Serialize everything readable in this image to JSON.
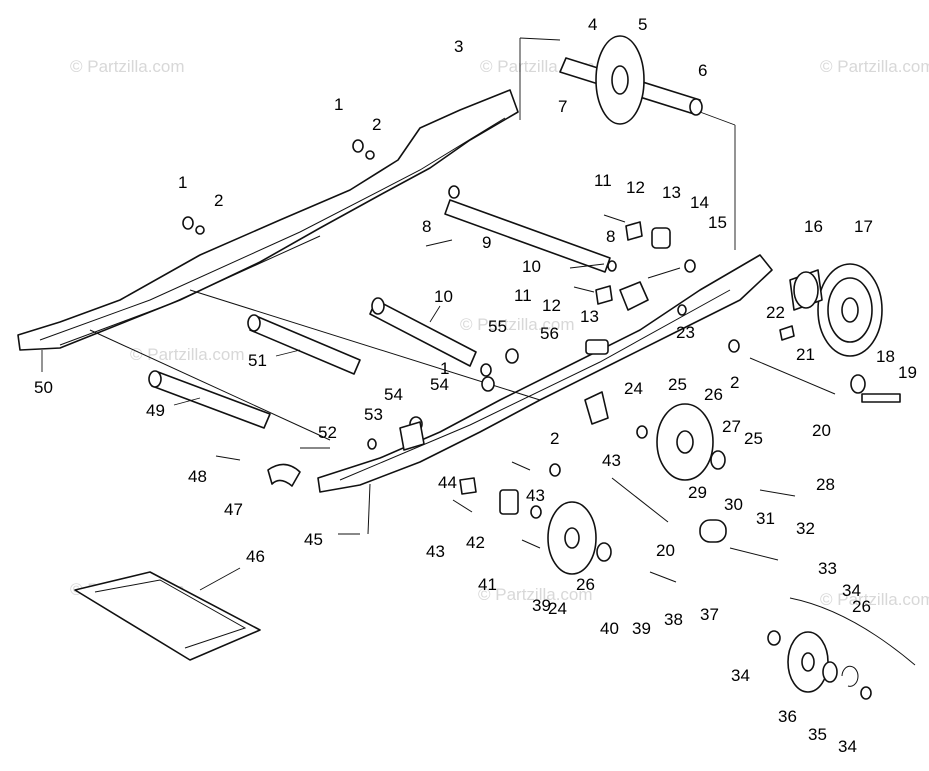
{
  "watermark": "© Partzilla.com",
  "callouts": [
    "1",
    "1",
    "1",
    "2",
    "2",
    "2",
    "2",
    "3",
    "4",
    "5",
    "6",
    "7",
    "8",
    "8",
    "9",
    "10",
    "10",
    "11",
    "11",
    "12",
    "12",
    "13",
    "13",
    "14",
    "15",
    "16",
    "17",
    "18",
    "19",
    "20",
    "20",
    "21",
    "22",
    "23",
    "24",
    "24",
    "25",
    "25",
    "26",
    "26",
    "26",
    "27",
    "28",
    "29",
    "30",
    "31",
    "32",
    "33",
    "34",
    "34",
    "34",
    "35",
    "36",
    "37",
    "38",
    "39",
    "39",
    "40",
    "41",
    "42",
    "43",
    "43",
    "43",
    "44",
    "45",
    "46",
    "47",
    "48",
    "49",
    "50",
    "51",
    "52",
    "53",
    "54",
    "54",
    "55",
    "56"
  ]
}
